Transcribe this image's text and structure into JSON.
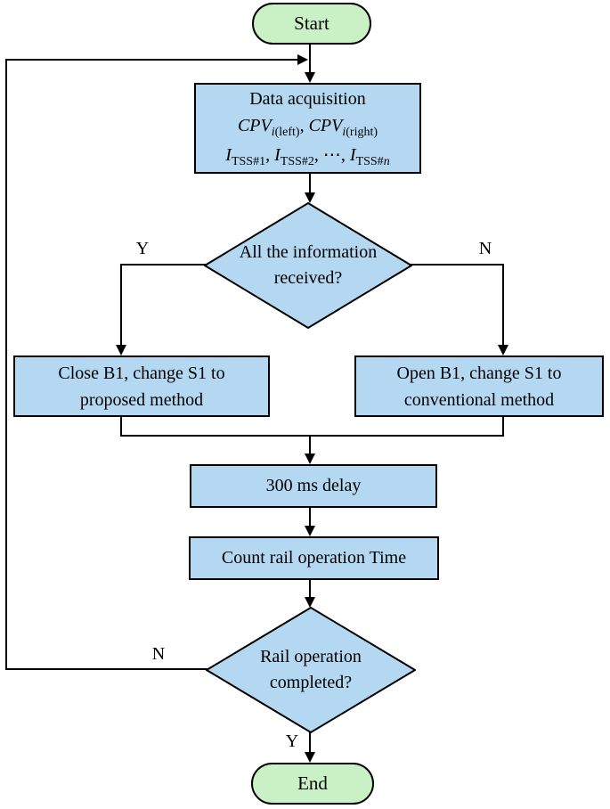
{
  "colors": {
    "process_fill": "#b5d8f2",
    "terminal_fill": "#caf0c5",
    "line_color": "#000000"
  },
  "nodes": {
    "start": {
      "label": "Start"
    },
    "data_acquisition": {
      "title": "Data acquisition",
      "cpv_left_var": "CPV",
      "cpv_left_sub_i": "i",
      "cpv_left_sub_rest": "(left)",
      "cpv_sep": ", ",
      "cpv_right_var": "CPV",
      "cpv_right_sub_i": "i",
      "cpv_right_sub_rest": "(right)",
      "i1_var": "I",
      "i1_sub": "TSS#1",
      "i_sep1": ", ",
      "i2_var": "I",
      "i2_sub": "TSS#2",
      "i_sep2": ", ",
      "dots": "⋯",
      "i_sep3": ", ",
      "in_var": "I",
      "in_sub_rest": "TSS#",
      "in_sub_n": "n"
    },
    "decision_info": {
      "line1": "All the information",
      "line2": "received?"
    },
    "close_b1": {
      "line1": "Close B1, change S1 to",
      "line2": "proposed method"
    },
    "open_b1": {
      "line1": "Open B1, change S1 to",
      "line2": "conventional method"
    },
    "delay": {
      "label": "300 ms delay"
    },
    "count_time": {
      "label": "Count rail operation Time"
    },
    "decision_rail": {
      "line1": "Rail operation",
      "line2": "completed?"
    },
    "end": {
      "label": "End"
    }
  },
  "edge_labels": {
    "info_yes": "Y",
    "info_no": "N",
    "rail_no": "N",
    "rail_yes": "Y"
  }
}
